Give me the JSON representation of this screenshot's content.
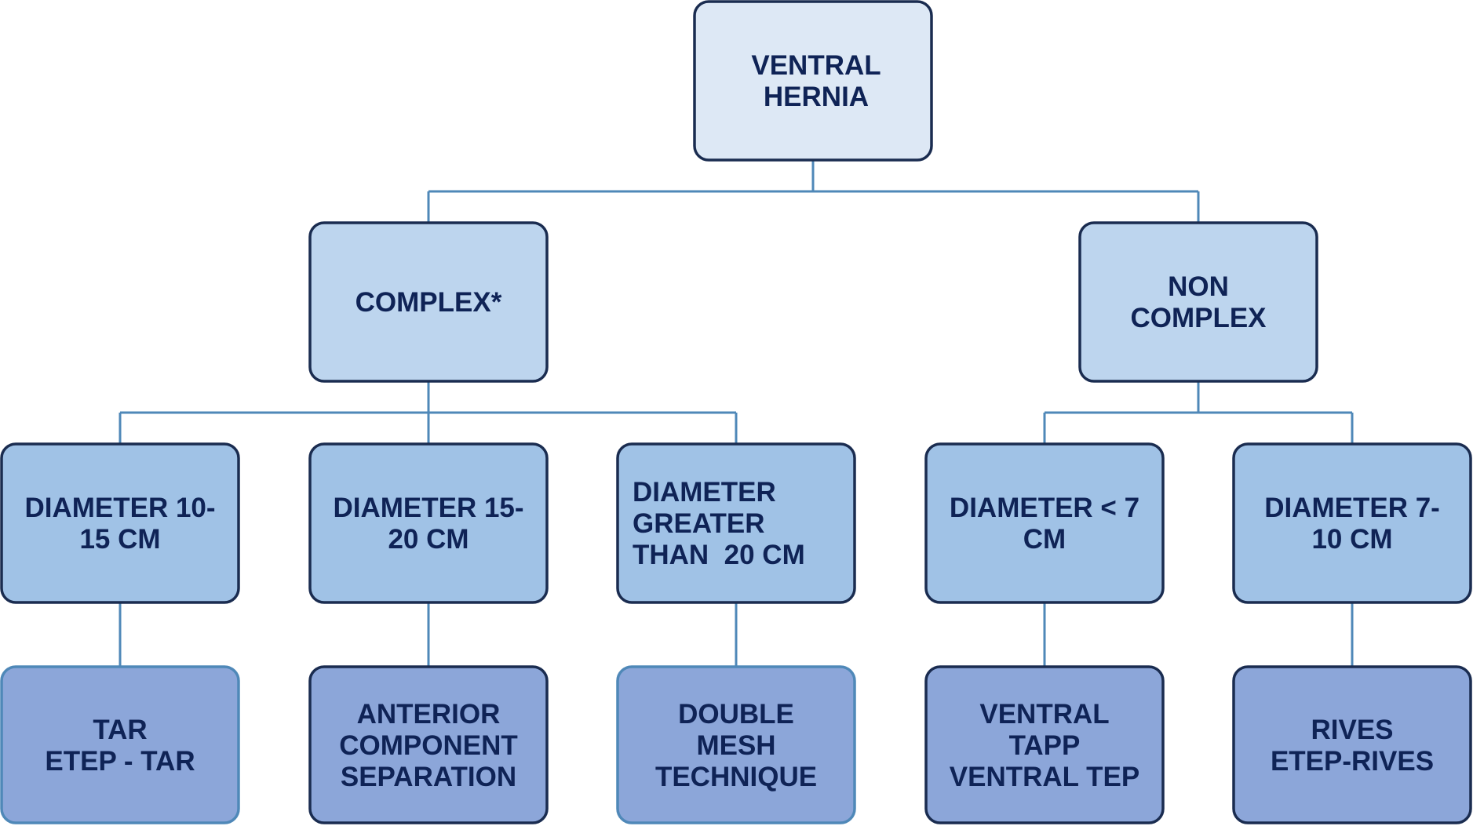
{
  "colors": {
    "text": "#0f2356",
    "connector": "#4f88b8",
    "level0_fill": "#dde8f5",
    "level1_fill": "#bdd5ee",
    "level2_fill": "#a0c2e6",
    "level3_fill": "#8ca6d9",
    "dark_border": "#1a2c50",
    "light_border": "#4f88b8"
  },
  "nodes": {
    "root": {
      "lines": [
        "VENTRAL",
        "HERNIA"
      ]
    },
    "complex": {
      "lines": [
        "COMPLEX*"
      ]
    },
    "non_complex": {
      "lines": [
        "NON",
        "COMPLEX"
      ]
    },
    "diam_10_15": {
      "lines": [
        "DIAMETER 10-",
        "15 CM"
      ]
    },
    "diam_15_20": {
      "lines": [
        "DIAMETER 15-",
        "20 CM"
      ]
    },
    "diam_gt_20": {
      "lines": [
        "DIAMETER",
        "GREATER",
        "THAN  20 CM"
      ]
    },
    "diam_lt_7": {
      "lines": [
        "DIAMETER < 7",
        "CM"
      ]
    },
    "diam_7_10": {
      "lines": [
        "DIAMETER 7-",
        "10 CM"
      ]
    },
    "tech_tar": {
      "lines": [
        "TAR",
        "ETEP - TAR"
      ]
    },
    "tech_acs": {
      "lines": [
        "ANTERIOR",
        "COMPONENT",
        "SEPARATION"
      ]
    },
    "tech_double_mesh": {
      "lines": [
        "DOUBLE",
        "MESH",
        "TECHNIQUE"
      ]
    },
    "tech_ventral_tapp": {
      "lines": [
        "VENTRAL",
        "TAPP",
        "VENTRAL TEP"
      ]
    },
    "tech_rives": {
      "lines": [
        "RIVES",
        "ETEP-RIVES"
      ]
    }
  }
}
